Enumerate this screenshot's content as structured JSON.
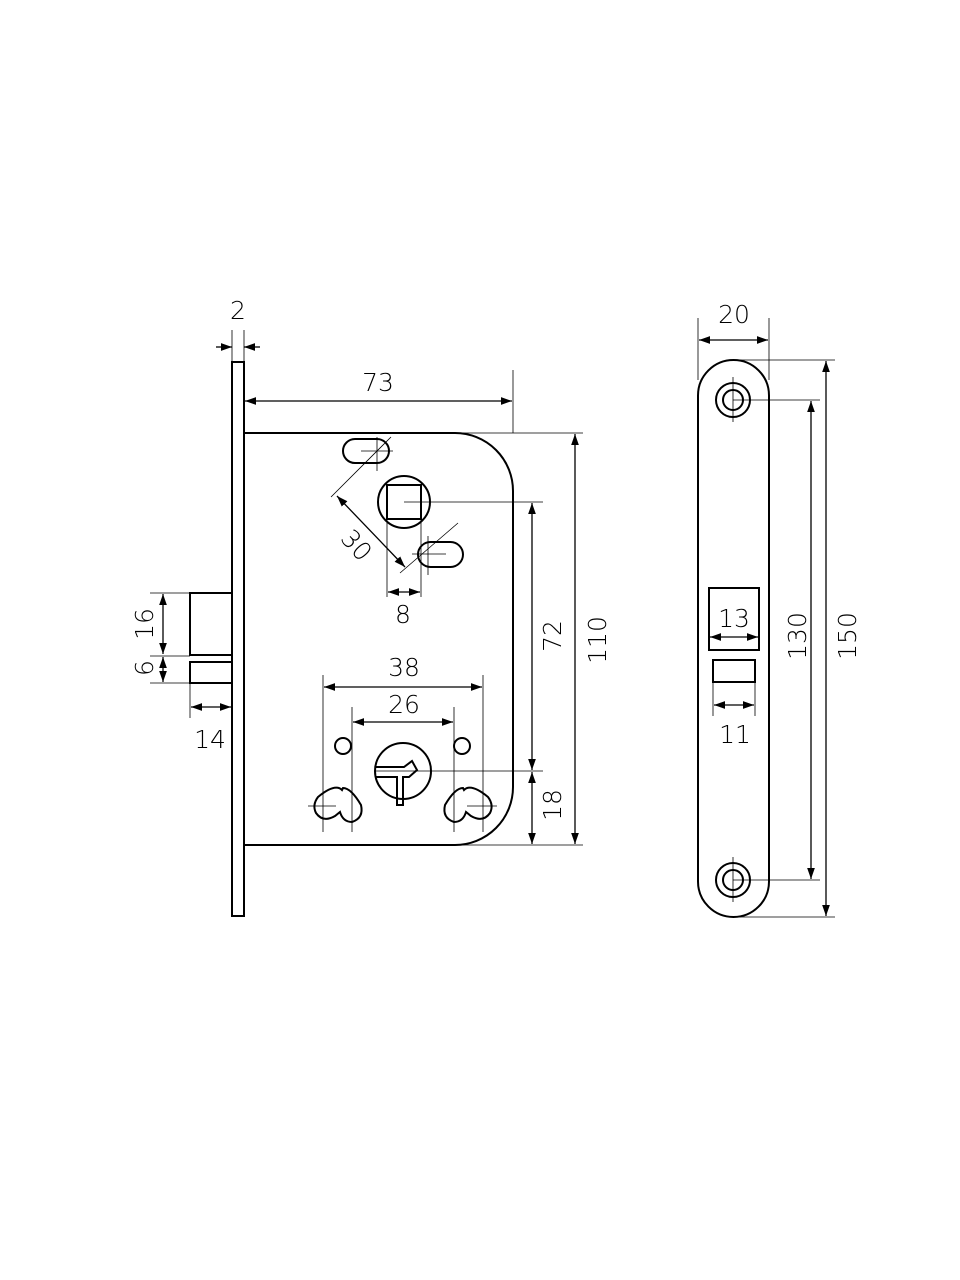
{
  "colors": {
    "line": "#000000",
    "background": "#ffffff"
  },
  "lock_body_view": {
    "dimensions": {
      "faceplate_thickness": "2",
      "backset_body_depth": "73",
      "spindle_slot_distance": "30",
      "spindle_square": "8",
      "latch_height": "16",
      "bolt_height": "6",
      "latch_projection": "14",
      "cylinder_fixing_outer": "38",
      "cylinder_fixing_inner": "26",
      "spindle_to_cylinder": "72",
      "cylinder_to_bottom": "18",
      "body_height": "110"
    }
  },
  "strike_plate_view": {
    "dimensions": {
      "plate_width": "20",
      "latch_opening": "13",
      "bolt_opening": "11",
      "screw_spacing": "130",
      "plate_length": "150"
    }
  }
}
